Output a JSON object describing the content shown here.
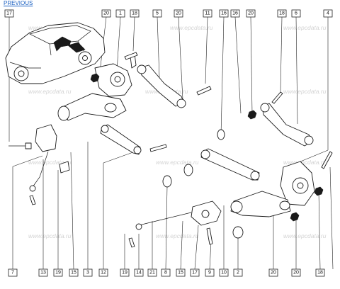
{
  "header": {
    "link_text": "PREVIOUS"
  },
  "watermark": "www.epcdata.ru",
  "callouts_top": [
    "17",
    "20",
    "1",
    "18",
    "5",
    "20",
    "11",
    "16",
    "16",
    "20",
    "18",
    "6",
    "4"
  ],
  "callouts_bottom": [
    "7",
    "13",
    "19",
    "15",
    "3",
    "12",
    "19",
    "14",
    "21",
    "8",
    "15",
    "17",
    "9",
    "10",
    "2",
    "20",
    "20",
    "18"
  ]
}
